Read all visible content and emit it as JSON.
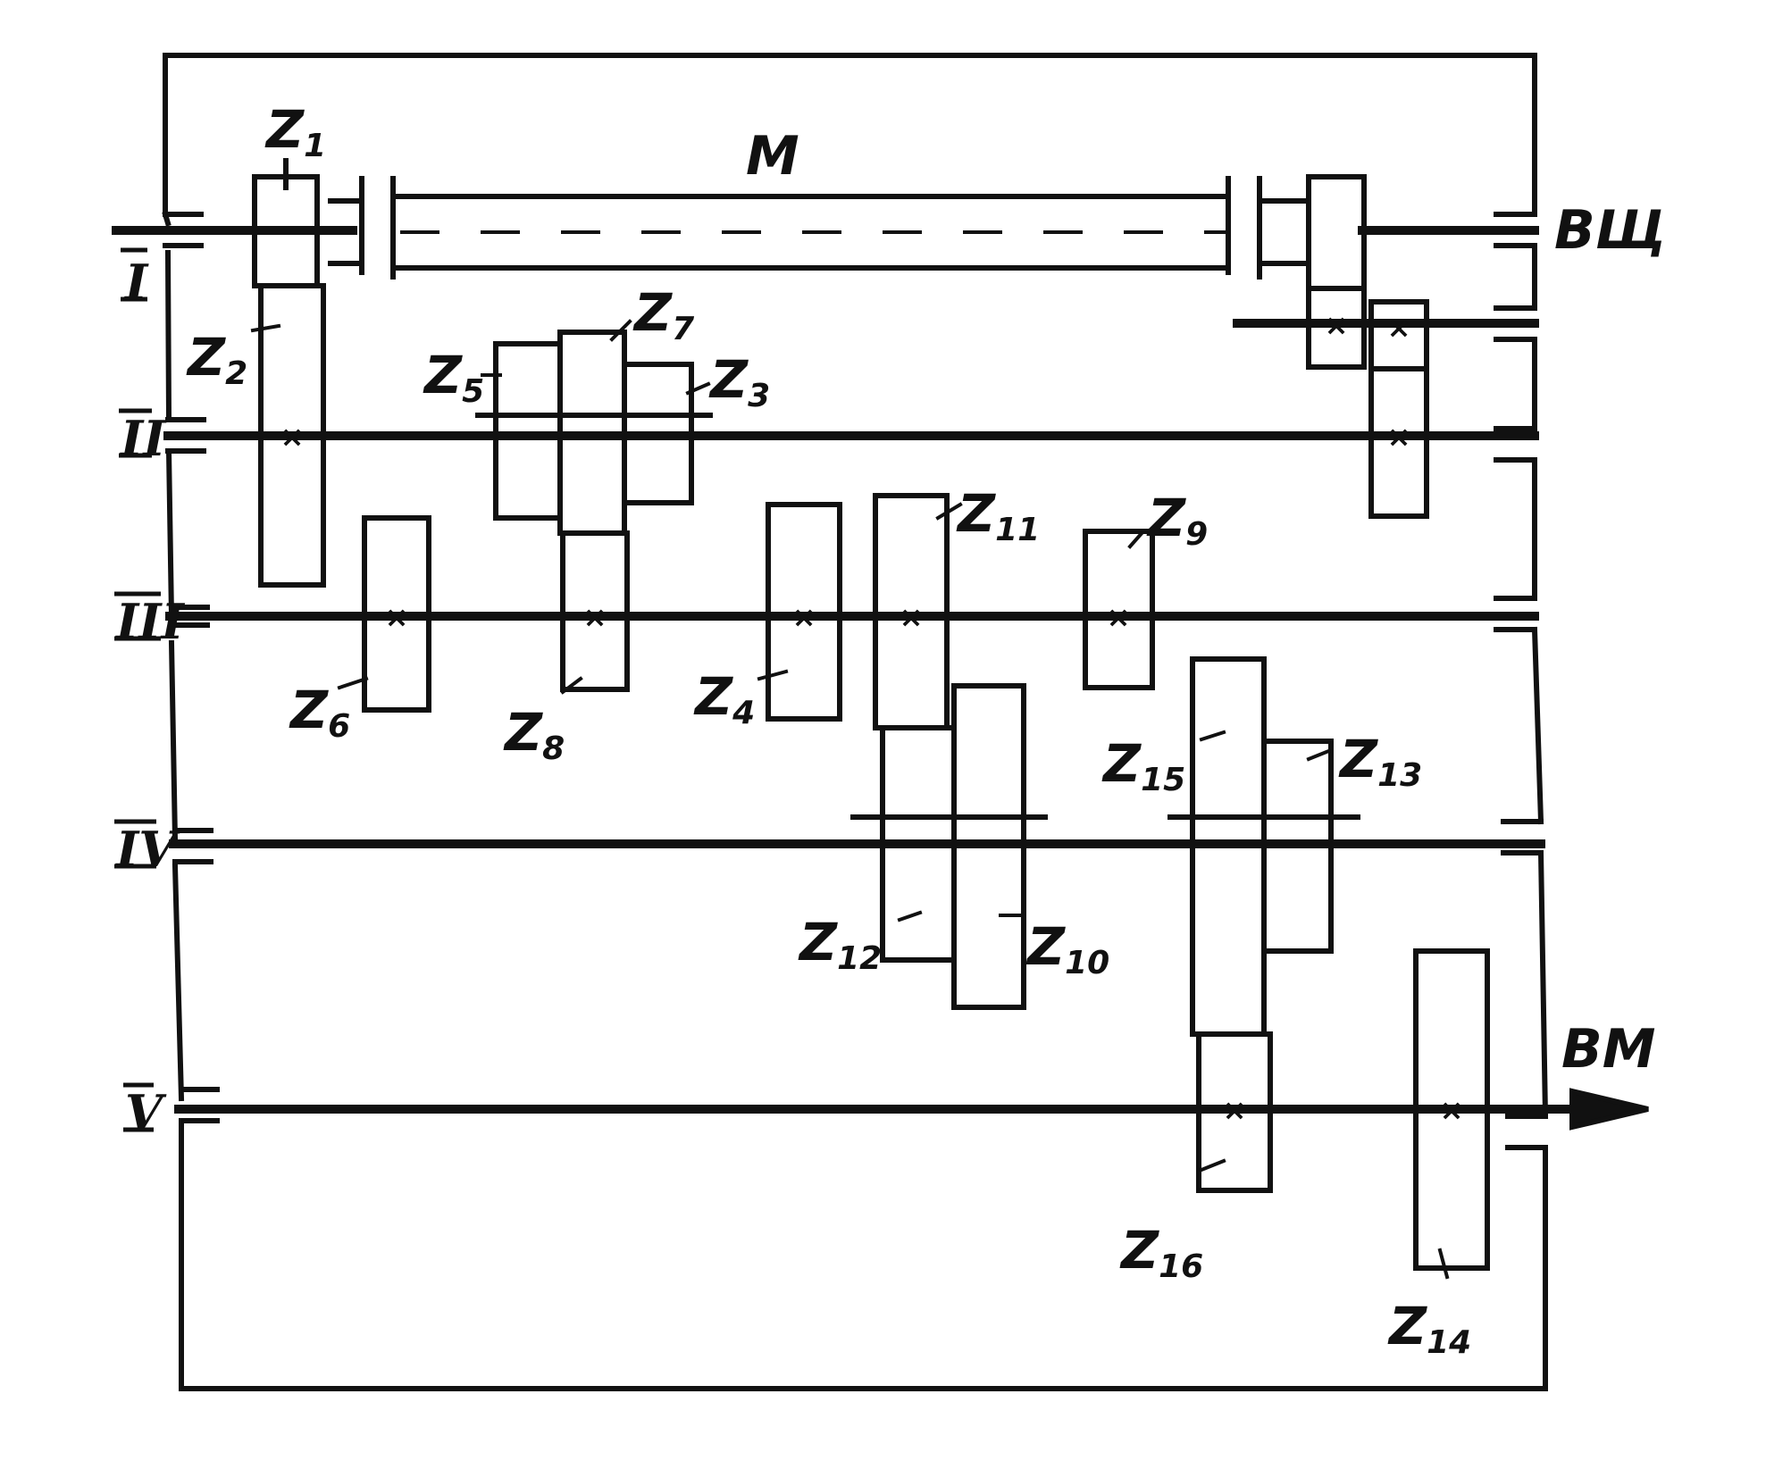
{
  "diagram": {
    "motor_label": "M",
    "spindle_label": "ВЩ",
    "output_label": "ВМ",
    "shafts": [
      {
        "id": "I",
        "label": "I"
      },
      {
        "id": "II",
        "label": "II"
      },
      {
        "id": "III",
        "label": "III"
      },
      {
        "id": "IV",
        "label": "IV"
      },
      {
        "id": "V",
        "label": "V"
      }
    ],
    "gears": [
      {
        "id": "z1",
        "letter": "Z",
        "index": "1"
      },
      {
        "id": "z2",
        "letter": "Z",
        "index": "2"
      },
      {
        "id": "z3",
        "letter": "Z",
        "index": "3"
      },
      {
        "id": "z4",
        "letter": "Z",
        "index": "4"
      },
      {
        "id": "z5",
        "letter": "Z",
        "index": "5"
      },
      {
        "id": "z6",
        "letter": "Z",
        "index": "6"
      },
      {
        "id": "z7",
        "letter": "Z",
        "index": "7"
      },
      {
        "id": "z8",
        "letter": "Z",
        "index": "8"
      },
      {
        "id": "z9",
        "letter": "Z",
        "index": "9"
      },
      {
        "id": "z10",
        "letter": "Z",
        "index": "10"
      },
      {
        "id": "z11",
        "letter": "Z",
        "index": "11"
      },
      {
        "id": "z12",
        "letter": "Z",
        "index": "12"
      },
      {
        "id": "z13",
        "letter": "Z",
        "index": "13"
      },
      {
        "id": "z14",
        "letter": "Z",
        "index": "14"
      },
      {
        "id": "z15",
        "letter": "Z",
        "index": "15"
      },
      {
        "id": "z16",
        "letter": "Z",
        "index": "16"
      }
    ],
    "colors": {
      "ink": "#111111",
      "paper": "#ffffff"
    }
  }
}
